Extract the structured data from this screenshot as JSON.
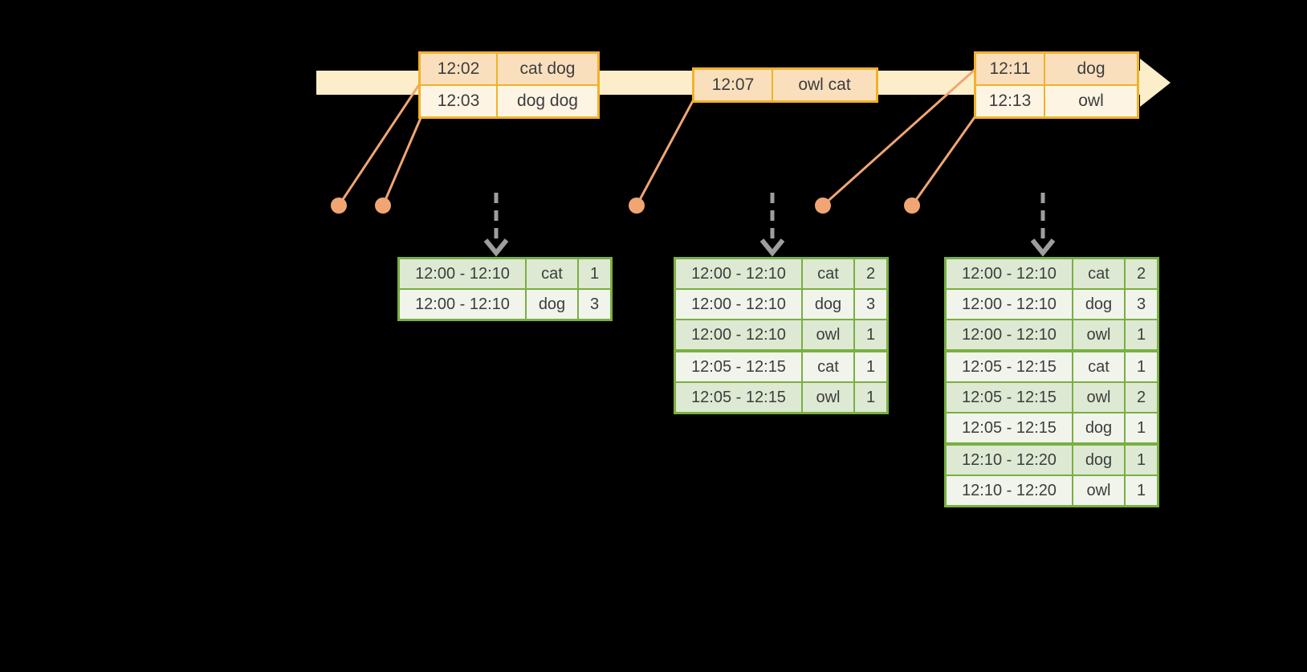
{
  "colors": {
    "background": "#000000",
    "timeline_band": "#FDEECB",
    "event_table_border": "#F1B229",
    "event_row_fill_dark": "#FADFBD",
    "event_row_fill_light": "#FDF4E4",
    "result_table_border": "#79AF41",
    "result_row_fill_dark": "#DDE9D3",
    "result_row_fill_light": "#F0F4EB",
    "event_marker": "#F0A573",
    "trigger_arrow": "#9E9E9E",
    "text": "#3D3D3D"
  },
  "event_tables": [
    {
      "rows": [
        {
          "time": "12:02",
          "words": "cat dog"
        },
        {
          "time": "12:03",
          "words": "dog dog"
        }
      ]
    },
    {
      "rows": [
        {
          "time": "12:07",
          "words": "owl cat"
        }
      ]
    },
    {
      "rows": [
        {
          "time": "12:11",
          "words": "dog"
        },
        {
          "time": "12:13",
          "words": "owl"
        }
      ]
    }
  ],
  "result_tables": [
    {
      "rows": [
        {
          "window": "12:00 - 12:10",
          "word": "cat",
          "count": "1"
        },
        {
          "window": "12:00 - 12:10",
          "word": "dog",
          "count": "3"
        }
      ]
    },
    {
      "rows": [
        {
          "window": "12:00 - 12:10",
          "word": "cat",
          "count": "2"
        },
        {
          "window": "12:00 - 12:10",
          "word": "dog",
          "count": "3"
        },
        {
          "window": "12:00 - 12:10",
          "word": "owl",
          "count": "1"
        },
        {
          "window": "12:05 - 12:15",
          "word": "cat",
          "count": "1"
        },
        {
          "window": "12:05 - 12:15",
          "word": "owl",
          "count": "1"
        }
      ]
    },
    {
      "rows": [
        {
          "window": "12:00 - 12:10",
          "word": "cat",
          "count": "2"
        },
        {
          "window": "12:00 - 12:10",
          "word": "dog",
          "count": "3"
        },
        {
          "window": "12:00 - 12:10",
          "word": "owl",
          "count": "1"
        },
        {
          "window": "12:05 - 12:15",
          "word": "cat",
          "count": "1"
        },
        {
          "window": "12:05 - 12:15",
          "word": "owl",
          "count": "2"
        },
        {
          "window": "12:05 - 12:15",
          "word": "dog",
          "count": "1"
        },
        {
          "window": "12:10 - 12:20",
          "word": "dog",
          "count": "1"
        },
        {
          "window": "12:10 - 12:20",
          "word": "owl",
          "count": "1"
        }
      ]
    }
  ]
}
